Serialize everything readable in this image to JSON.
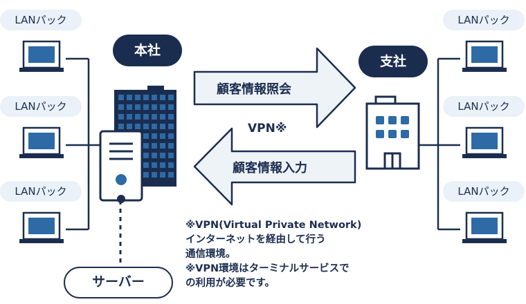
{
  "colors": {
    "navy": "#1b2d4f",
    "blue": "#2d6aa6",
    "light": "#eaf1f8",
    "arrow_fill": "#eef3f8",
    "arrow_stroke": "#1b2d4f"
  },
  "left_clients": [
    {
      "label": "LANパック",
      "icon": "laptop-icon"
    },
    {
      "label": "LANパック",
      "icon": "laptop-icon"
    },
    {
      "label": "LANパック",
      "icon": "laptop-icon"
    }
  ],
  "right_clients": [
    {
      "label": "LANパック",
      "icon": "laptop-icon"
    },
    {
      "label": "LANパック",
      "icon": "laptop-icon"
    },
    {
      "label": "LANパック",
      "icon": "laptop-icon"
    }
  ],
  "head_office": {
    "label": "本社",
    "icon": "office-building-icon"
  },
  "branch_office": {
    "label": "支社",
    "icon": "branch-building-icon"
  },
  "server": {
    "label": "サーバー",
    "icon": "server-icon"
  },
  "arrows": {
    "right": "顧客情報照会",
    "left": "顧客情報入力",
    "vpn": "VPN※"
  },
  "notes": [
    "※VPN(Virtual Private Network)",
    "インターネットを経由して行う",
    "通信環境。",
    "※VPN環境はターミナルサービスで",
    "の利用が必要です。"
  ]
}
